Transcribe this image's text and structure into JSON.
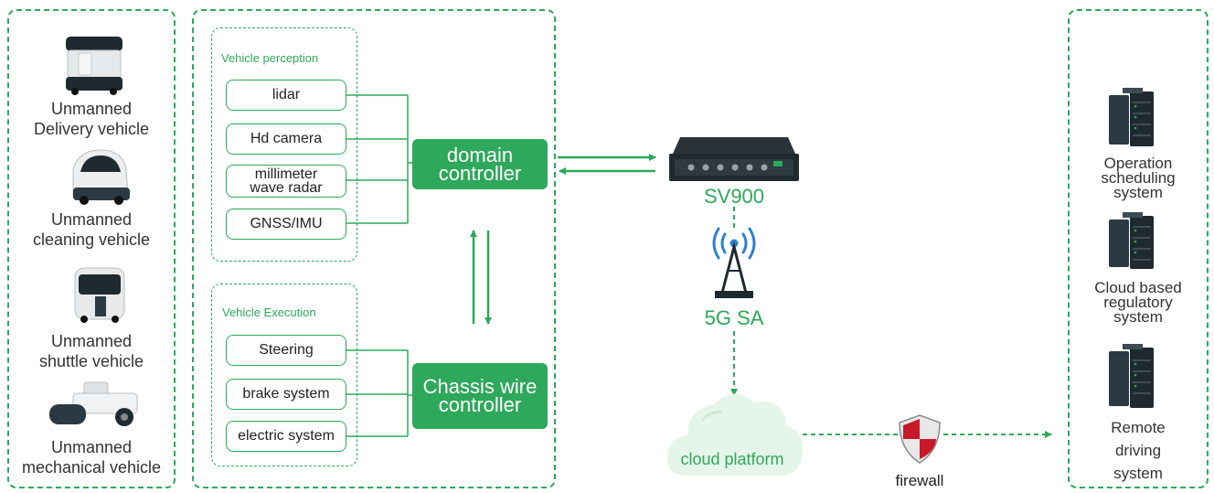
{
  "vehicles": [
    {
      "line1": "Unmanned",
      "line2": "Delivery vehicle",
      "icon": "delivery-vehicle-icon"
    },
    {
      "line1": "Unmanned",
      "line2": "cleaning vehicle",
      "icon": "cleaning-vehicle-icon"
    },
    {
      "line1": "Unmanned",
      "line2": "shuttle vehicle",
      "icon": "shuttle-vehicle-icon"
    },
    {
      "line1": "Unmanned",
      "line2": "mechanical vehicle",
      "icon": "mechanical-vehicle-icon"
    }
  ],
  "perception": {
    "title": "Vehicle perception",
    "items": [
      "lidar",
      "Hd camera",
      "millimeter",
      "wave radar",
      "GNSS/IMU"
    ]
  },
  "execution": {
    "title": "Vehicle Execution",
    "items": [
      "Steering",
      "brake system",
      "electric system"
    ]
  },
  "domain_controller": {
    "line1": "domain",
    "line2": "controller"
  },
  "chassis_controller": {
    "line1": "Chassis wire",
    "line2": "controller"
  },
  "network": {
    "gateway": "SV900",
    "tower": "5G SA",
    "cloud": "cloud platform",
    "firewall": "firewall"
  },
  "systems": [
    {
      "lines": [
        "Operation",
        "scheduling",
        "system"
      ],
      "icon": "server-rack-icon"
    },
    {
      "lines": [
        "Cloud based",
        "regulatory",
        "system"
      ],
      "icon": "server-rack-icon"
    },
    {
      "lines": [
        "Remote",
        "driving",
        "system"
      ],
      "icon": "server-rack-icon"
    }
  ],
  "colors": {
    "accent": "#2ea85a",
    "dark": "#1f2a30",
    "server": "#2b3a42",
    "firewall_red": "#c8192a"
  }
}
